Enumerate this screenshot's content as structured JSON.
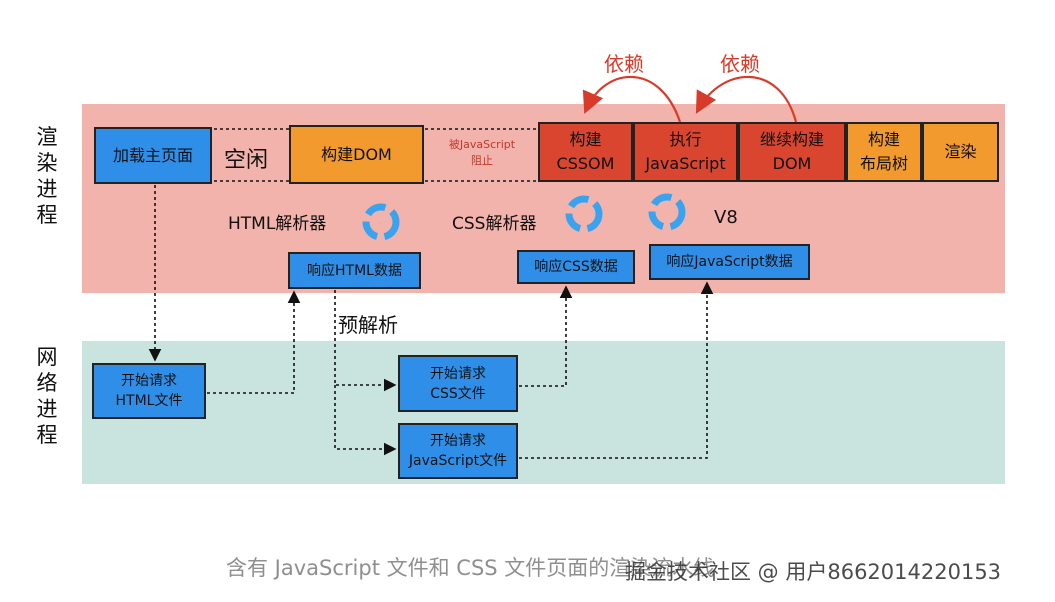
{
  "processes": {
    "render": "渲染进程",
    "network": "网络进程"
  },
  "render_row": {
    "load_main_page": "加载主页面",
    "idle": "空闲",
    "build_dom": "构建DOM",
    "blocked_by_js": [
      "被JavaScript",
      "阻止"
    ],
    "build_cssom": [
      "构建",
      "CSSOM"
    ],
    "execute_js": [
      "执行",
      "JavaScript"
    ],
    "continue_dom": [
      "继续构建",
      "DOM"
    ],
    "build_layout_tree": [
      "构建",
      "布局树"
    ],
    "render": "渲染"
  },
  "parsers": {
    "html_parser": "HTML解析器",
    "css_parser": "CSS解析器",
    "v8": "V8"
  },
  "responses": {
    "html_data": "响应HTML数据",
    "css_data": "响应CSS数据",
    "js_data": "响应JavaScript数据"
  },
  "dependencies": {
    "label_1": "依赖",
    "label_2": "依赖"
  },
  "preparse": "预解析",
  "network_row": {
    "request_html": [
      "开始请求",
      "HTML文件"
    ],
    "request_css": [
      "开始请求",
      "CSS文件"
    ],
    "request_js": [
      "开始请求",
      "JavaScript文件"
    ]
  },
  "caption": "含有 JavaScript 文件和 CSS 文件页面的渲染流水线",
  "watermark": "掘金技术社区 @ 用户8662014220153",
  "colors": {
    "render_band": "#f2b3ac",
    "network_band": "#c9e3df",
    "blue": "#2f8fe8",
    "orange": "#f29a2e",
    "red": "#d9452f",
    "dependency_arrow": "#d93b2b"
  }
}
